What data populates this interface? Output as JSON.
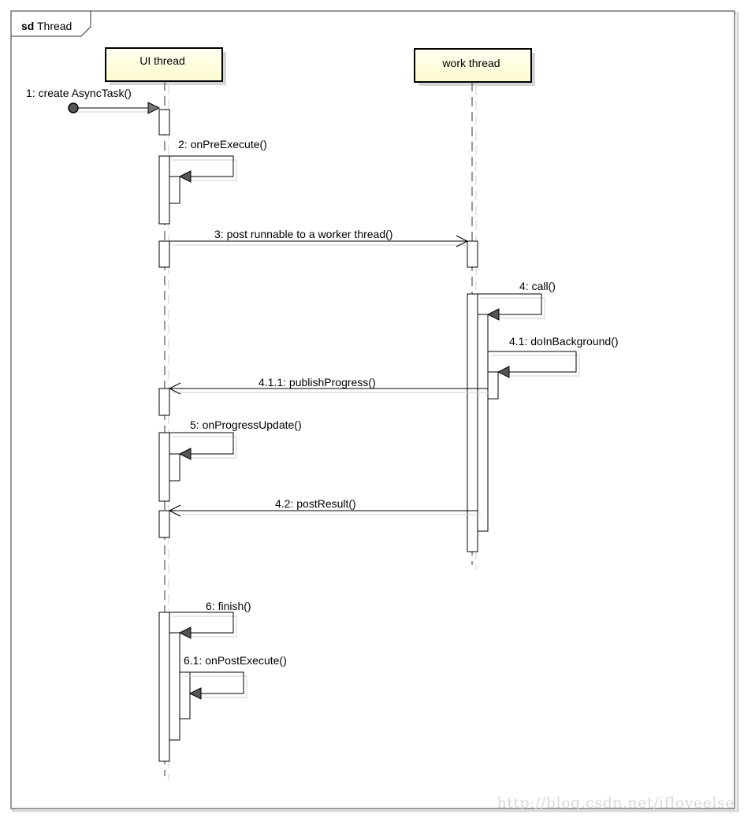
{
  "frame": {
    "keyword": "sd",
    "name": "Thread"
  },
  "lifelines": [
    {
      "id": "ui",
      "label": "UI thread"
    },
    {
      "id": "work",
      "label": "work thread"
    }
  ],
  "messages": [
    {
      "label": "1: create  AsyncTask()",
      "kind": "found"
    },
    {
      "label": "2: onPreExecute()",
      "kind": "self"
    },
    {
      "label": "3: post runnable to a worker thread()",
      "kind": "async"
    },
    {
      "label": "4: call()",
      "kind": "self"
    },
    {
      "label": "4.1: doInBackground()",
      "kind": "self"
    },
    {
      "label": "4.1.1: publishProgress()",
      "kind": "async"
    },
    {
      "label": "5: onProgressUpdate()",
      "kind": "self"
    },
    {
      "label": "4.2: postResult()",
      "kind": "async"
    },
    {
      "label": "6: finish()",
      "kind": "self"
    },
    {
      "label": "6.1: onPostExecute()",
      "kind": "self"
    }
  ],
  "watermark": "http://blog.csdn.net/ifloveelse"
}
